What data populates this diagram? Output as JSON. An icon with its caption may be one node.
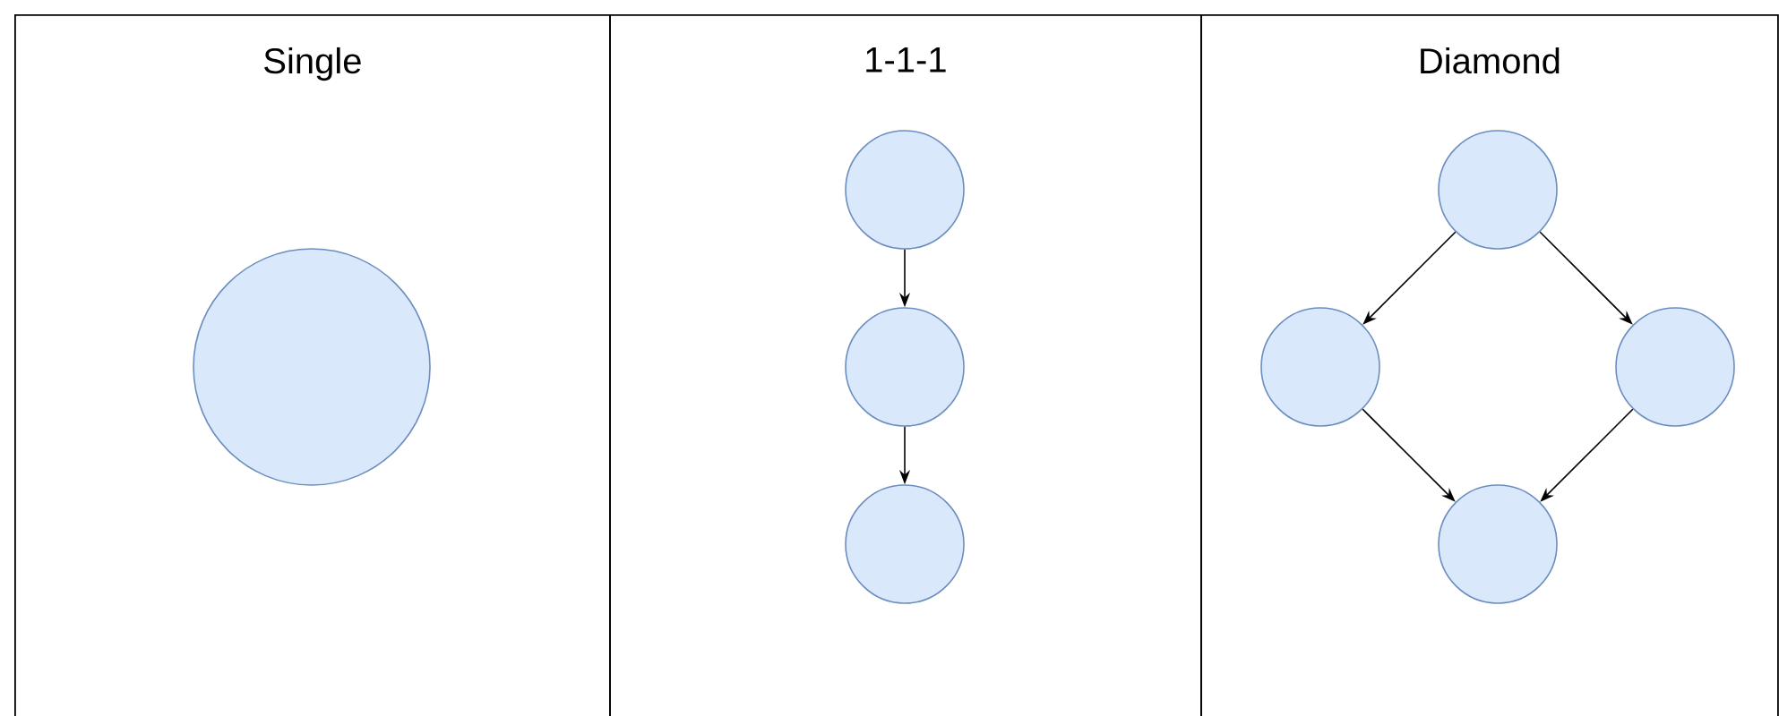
{
  "diagram": {
    "nodes": [
      {
        "text": [
          "Single"
        ]
      },
      {
        "text": [],
        "shape": "circle",
        "in": 0
      },
      {
        "text": [
          "1-1-1"
        ]
      },
      {
        "text": [],
        "shape": "circle",
        "in": 2
      },
      {
        "text": [],
        "shape": "circle",
        "in": 2
      },
      {
        "text": [],
        "shape": "circle",
        "in": 2
      },
      {
        "text": [
          "Diamond"
        ]
      },
      {
        "text": [],
        "shape": "circle",
        "in": 6
      },
      {
        "text": [],
        "shape": "circle",
        "in": 6
      },
      {
        "text": [],
        "shape": "circle",
        "in": 6
      },
      {
        "text": [],
        "shape": "circle",
        "in": 6
      }
    ],
    "edges": [
      {
        "from": 3,
        "to": 4,
        "arrow": "to"
      },
      {
        "from": 4,
        "to": 5,
        "arrow": "to"
      },
      {
        "from": 7,
        "to": 8,
        "arrow": "to"
      },
      {
        "from": 7,
        "to": 9,
        "arrow": "to"
      },
      {
        "from": 8,
        "to": 10,
        "arrow": "to"
      },
      {
        "from": 9,
        "to": 10,
        "arrow": "to"
      }
    ]
  }
}
